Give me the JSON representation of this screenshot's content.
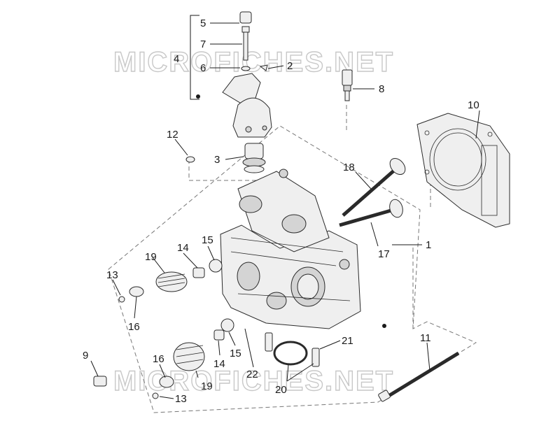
{
  "watermark": "MICROFICHES.NET",
  "callouts": [
    {
      "id": "label-5",
      "text": "5"
    },
    {
      "id": "label-7",
      "text": "7"
    },
    {
      "id": "label-4",
      "text": "4"
    },
    {
      "id": "label-6",
      "text": "6"
    },
    {
      "id": "label-2",
      "text": "2"
    },
    {
      "id": "label-8",
      "text": "8"
    },
    {
      "id": "label-10",
      "text": "10"
    },
    {
      "id": "label-12",
      "text": "12"
    },
    {
      "id": "label-3",
      "text": "3"
    },
    {
      "id": "label-18",
      "text": "18"
    },
    {
      "id": "label-1",
      "text": "1"
    },
    {
      "id": "label-17",
      "text": "17"
    },
    {
      "id": "label-15a",
      "text": "15"
    },
    {
      "id": "label-14a",
      "text": "14"
    },
    {
      "id": "label-19a",
      "text": "19"
    },
    {
      "id": "label-13a",
      "text": "13"
    },
    {
      "id": "label-16a",
      "text": "16"
    },
    {
      "id": "label-9",
      "text": "9"
    },
    {
      "id": "label-16b",
      "text": "16"
    },
    {
      "id": "label-14b",
      "text": "14"
    },
    {
      "id": "label-15b",
      "text": "15"
    },
    {
      "id": "label-22",
      "text": "22"
    },
    {
      "id": "label-19b",
      "text": "19"
    },
    {
      "id": "label-13b",
      "text": "13"
    },
    {
      "id": "label-20",
      "text": "20"
    },
    {
      "id": "label-21",
      "text": "21"
    },
    {
      "id": "label-11",
      "text": "11"
    }
  ]
}
